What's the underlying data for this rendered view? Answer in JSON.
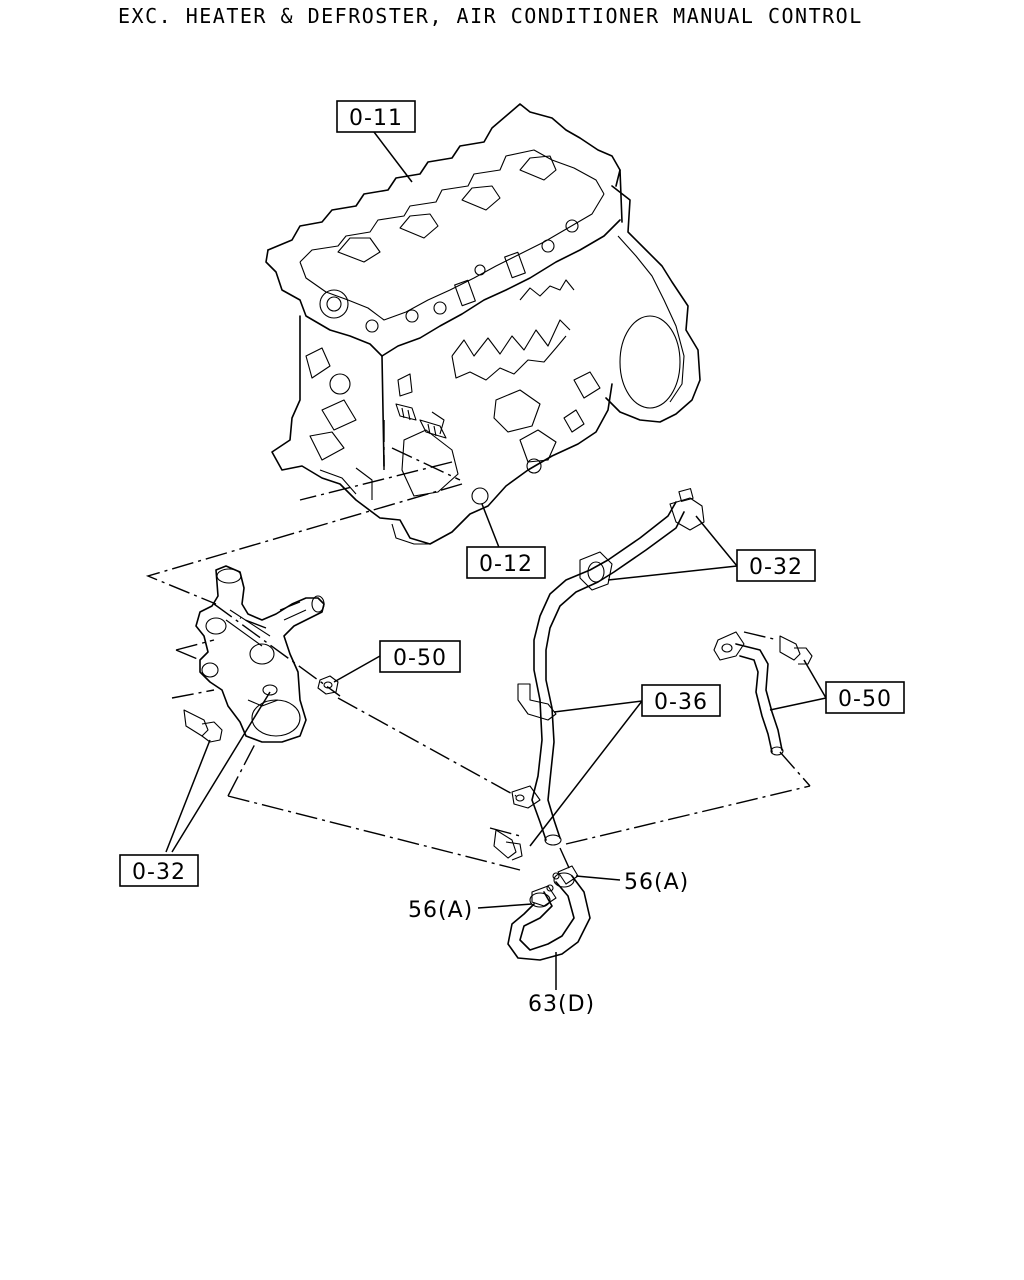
{
  "title": "EXC. HEATER & DEFROSTER, AIR CONDITIONER MANUAL CONTROL",
  "callouts": {
    "block": "0-11",
    "block_plug": "0-12",
    "pipe_clips": "0-32",
    "left_bolts": "0-32",
    "outlet_nut": "0-50",
    "pipe_right": "0-50",
    "pipe_bracket": "0-36",
    "clamp_right": "56(A)",
    "clamp_left": "56(A)",
    "hose": "63(D)"
  }
}
